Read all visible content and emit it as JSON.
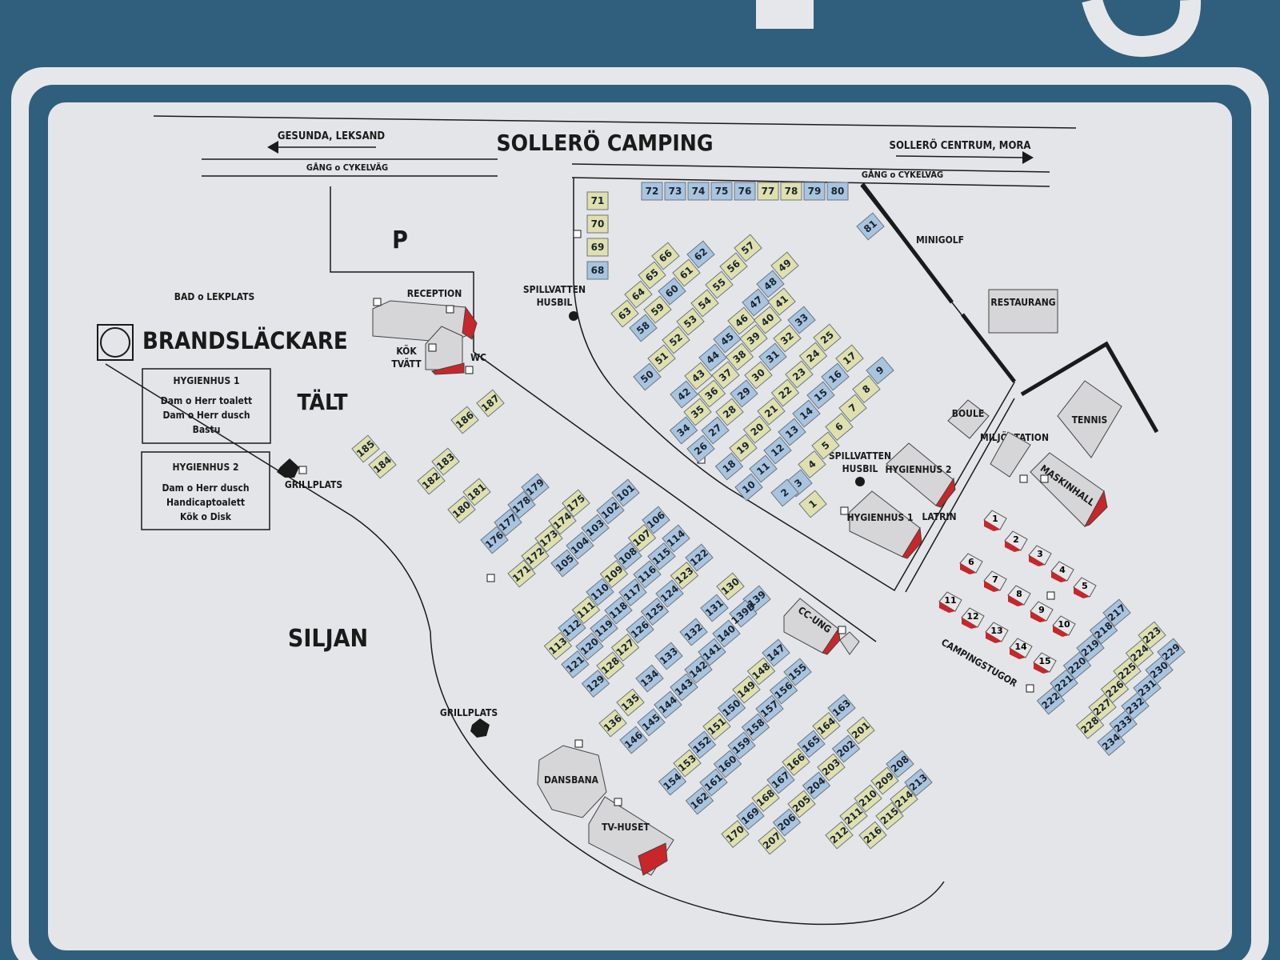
{
  "title": "SOLLERÖ CAMPING",
  "directions": {
    "left": "GESUNDA, LEKSAND",
    "right": "SOLLERÖ CENTRUM, MORA",
    "path_left": "GÅNG o CYKELVÄG",
    "path_right": "GÅNG o CYKELVÄG"
  },
  "labels": {
    "parking": "P",
    "bad": "BAD o LEKPLATS",
    "brandslackare": "BRANDSLÄCKARE",
    "talt": "TÄLT",
    "siljan": "SILJAN",
    "reception": "RECEPTION",
    "kok": "KÖK",
    "tvatt": "TVÄTT",
    "wc": "WC",
    "grillplats1": "GRILLPLATS",
    "grillplats2": "GRILLPLATS",
    "spill1a": "SPILLVATTEN",
    "spill1b": "HUSBIL",
    "spill2a": "SPILLVATTEN",
    "spill2b": "HUSBIL",
    "minigolf": "MINIGOLF",
    "restaurang": "RESTAURANG",
    "boule": "BOULE",
    "tennis": "TENNIS",
    "miljostation": "MILJÖSTATION",
    "maskinhall": "MASKINHALL",
    "hygienhus2_bld": "HYGIENHUS 2",
    "hygienhus1_bld": "HYGIENHUS 1",
    "latrin": "LATRIN",
    "ccung": "CC-UNG",
    "dansbana": "DANSBANA",
    "tvhuset": "TV-HUSET",
    "campingstugor": "CAMPINGSTUGOR"
  },
  "legend": {
    "hygienhus1": {
      "title": "HYGIENHUS 1",
      "lines": [
        "Dam o Herr toalett",
        "Dam o Herr dusch",
        "Bastu"
      ]
    },
    "hygienhus2": {
      "title": "HYGIENHUS 2",
      "lines": [
        "Dam o Herr dusch",
        "Handicaptoalett",
        "Kök o Disk"
      ]
    }
  },
  "colors": {
    "pitch_blue": "#a9c4df",
    "pitch_yellow": "#dfe0ae",
    "building": "#d6d6d8",
    "roof_red": "#c8262a",
    "sign_blue": "#2f5f7c"
  },
  "pitches": [
    {
      "n": "72",
      "c": "b"
    },
    {
      "n": "73",
      "c": "b"
    },
    {
      "n": "74",
      "c": "b"
    },
    {
      "n": "75",
      "c": "b"
    },
    {
      "n": "76",
      "c": "b"
    },
    {
      "n": "77",
      "c": "y"
    },
    {
      "n": "78",
      "c": "y"
    },
    {
      "n": "79",
      "c": "b"
    },
    {
      "n": "80",
      "c": "b"
    },
    {
      "n": "81",
      "c": "b"
    },
    {
      "n": "71",
      "c": "y"
    },
    {
      "n": "70",
      "c": "y"
    },
    {
      "n": "69",
      "c": "y"
    },
    {
      "n": "68",
      "c": "b"
    },
    {
      "n": "66",
      "c": "y"
    },
    {
      "n": "65",
      "c": "y"
    },
    {
      "n": "64",
      "c": "y"
    },
    {
      "n": "63",
      "c": "y"
    },
    {
      "n": "62",
      "c": "b"
    },
    {
      "n": "61",
      "c": "y"
    },
    {
      "n": "60",
      "c": "b"
    },
    {
      "n": "59",
      "c": "y"
    },
    {
      "n": "58",
      "c": "b"
    },
    {
      "n": "57",
      "c": "y"
    },
    {
      "n": "56",
      "c": "y"
    },
    {
      "n": "55",
      "c": "y"
    },
    {
      "n": "54",
      "c": "y"
    },
    {
      "n": "53",
      "c": "y"
    },
    {
      "n": "52",
      "c": "y"
    },
    {
      "n": "51",
      "c": "y"
    },
    {
      "n": "50",
      "c": "b"
    },
    {
      "n": "49",
      "c": "y"
    },
    {
      "n": "48",
      "c": "b"
    },
    {
      "n": "47",
      "c": "b"
    },
    {
      "n": "46",
      "c": "y"
    },
    {
      "n": "45",
      "c": "b"
    },
    {
      "n": "44",
      "c": "b"
    },
    {
      "n": "43",
      "c": "y"
    },
    {
      "n": "42",
      "c": "b"
    },
    {
      "n": "41",
      "c": "y"
    },
    {
      "n": "40",
      "c": "y"
    },
    {
      "n": "39",
      "c": "y"
    },
    {
      "n": "38",
      "c": "y"
    },
    {
      "n": "37",
      "c": "y"
    },
    {
      "n": "36",
      "c": "y"
    },
    {
      "n": "35",
      "c": "y"
    },
    {
      "n": "34",
      "c": "b"
    },
    {
      "n": "33",
      "c": "b"
    },
    {
      "n": "32",
      "c": "y"
    },
    {
      "n": "31",
      "c": "b"
    },
    {
      "n": "30",
      "c": "y"
    },
    {
      "n": "29",
      "c": "b"
    },
    {
      "n": "28",
      "c": "y"
    },
    {
      "n": "27",
      "c": "b"
    },
    {
      "n": "26",
      "c": "b"
    },
    {
      "n": "25",
      "c": "y"
    },
    {
      "n": "24",
      "c": "y"
    },
    {
      "n": "23",
      "c": "y"
    },
    {
      "n": "22",
      "c": "y"
    },
    {
      "n": "21",
      "c": "y"
    },
    {
      "n": "20",
      "c": "y"
    },
    {
      "n": "19",
      "c": "y"
    },
    {
      "n": "18",
      "c": "b"
    },
    {
      "n": "17",
      "c": "y"
    },
    {
      "n": "16",
      "c": "b"
    },
    {
      "n": "15",
      "c": "b"
    },
    {
      "n": "14",
      "c": "b"
    },
    {
      "n": "13",
      "c": "b"
    },
    {
      "n": "12",
      "c": "b"
    },
    {
      "n": "11",
      "c": "b"
    },
    {
      "n": "10",
      "c": "b"
    },
    {
      "n": "9",
      "c": "b"
    },
    {
      "n": "8",
      "c": "y"
    },
    {
      "n": "7",
      "c": "y"
    },
    {
      "n": "6",
      "c": "y"
    },
    {
      "n": "5",
      "c": "y"
    },
    {
      "n": "4",
      "c": "y"
    },
    {
      "n": "3",
      "c": "b"
    },
    {
      "n": "2",
      "c": "b"
    },
    {
      "n": "1",
      "c": "y"
    },
    {
      "n": "186",
      "c": "y"
    },
    {
      "n": "187",
      "c": "y"
    },
    {
      "n": "185",
      "c": "y"
    },
    {
      "n": "184",
      "c": "y"
    },
    {
      "n": "183",
      "c": "y"
    },
    {
      "n": "182",
      "c": "y"
    },
    {
      "n": "181",
      "c": "y"
    },
    {
      "n": "180",
      "c": "y"
    },
    {
      "n": "179",
      "c": "b"
    },
    {
      "n": "178",
      "c": "b"
    },
    {
      "n": "177",
      "c": "b"
    },
    {
      "n": "176",
      "c": "b"
    },
    {
      "n": "175",
      "c": "y"
    },
    {
      "n": "174",
      "c": "y"
    },
    {
      "n": "173",
      "c": "y"
    },
    {
      "n": "172",
      "c": "y"
    },
    {
      "n": "171",
      "c": "y"
    },
    {
      "n": "101",
      "c": "b"
    },
    {
      "n": "102",
      "c": "b"
    },
    {
      "n": "103",
      "c": "b"
    },
    {
      "n": "104",
      "c": "b"
    },
    {
      "n": "105",
      "c": "b"
    },
    {
      "n": "106",
      "c": "b"
    },
    {
      "n": "107",
      "c": "y"
    },
    {
      "n": "108",
      "c": "b"
    },
    {
      "n": "109",
      "c": "y"
    },
    {
      "n": "110",
      "c": "b"
    },
    {
      "n": "111",
      "c": "y"
    },
    {
      "n": "112",
      "c": "b"
    },
    {
      "n": "113",
      "c": "y"
    },
    {
      "n": "114",
      "c": "b"
    },
    {
      "n": "115",
      "c": "b"
    },
    {
      "n": "116",
      "c": "b"
    },
    {
      "n": "117",
      "c": "b"
    },
    {
      "n": "118",
      "c": "b"
    },
    {
      "n": "119",
      "c": "b"
    },
    {
      "n": "120",
      "c": "b"
    },
    {
      "n": "121",
      "c": "b"
    },
    {
      "n": "122",
      "c": "b"
    },
    {
      "n": "123",
      "c": "y"
    },
    {
      "n": "124",
      "c": "b"
    },
    {
      "n": "125",
      "c": "b"
    },
    {
      "n": "126",
      "c": "b"
    },
    {
      "n": "127",
      "c": "y"
    },
    {
      "n": "128",
      "c": "y"
    },
    {
      "n": "129",
      "c": "b"
    },
    {
      "n": "130",
      "c": "y"
    },
    {
      "n": "139",
      "c": "b"
    },
    {
      "n": "131",
      "c": "b"
    },
    {
      "n": "139B",
      "c": "b"
    },
    {
      "n": "132",
      "c": "b"
    },
    {
      "n": "140",
      "c": "b"
    },
    {
      "n": "133",
      "c": "b"
    },
    {
      "n": "141",
      "c": "b"
    },
    {
      "n": "134",
      "c": "b"
    },
    {
      "n": "142",
      "c": "b"
    },
    {
      "n": "135",
      "c": "y"
    },
    {
      "n": "143",
      "c": "b"
    },
    {
      "n": "136",
      "c": "y"
    },
    {
      "n": "144",
      "c": "b"
    },
    {
      "n": "145",
      "c": "b"
    },
    {
      "n": "146",
      "c": "b"
    },
    {
      "n": "147",
      "c": "b"
    },
    {
      "n": "148",
      "c": "y"
    },
    {
      "n": "149",
      "c": "y"
    },
    {
      "n": "150",
      "c": "b"
    },
    {
      "n": "151",
      "c": "y"
    },
    {
      "n": "152",
      "c": "b"
    },
    {
      "n": "153",
      "c": "y"
    },
    {
      "n": "154",
      "c": "b"
    },
    {
      "n": "155",
      "c": "b"
    },
    {
      "n": "156",
      "c": "b"
    },
    {
      "n": "157",
      "c": "b"
    },
    {
      "n": "158",
      "c": "b"
    },
    {
      "n": "159",
      "c": "b"
    },
    {
      "n": "160",
      "c": "b"
    },
    {
      "n": "161",
      "c": "b"
    },
    {
      "n": "162",
      "c": "b"
    },
    {
      "n": "163",
      "c": "b"
    },
    {
      "n": "164",
      "c": "y"
    },
    {
      "n": "165",
      "c": "b"
    },
    {
      "n": "166",
      "c": "y"
    },
    {
      "n": "167",
      "c": "b"
    },
    {
      "n": "168",
      "c": "y"
    },
    {
      "n": "169",
      "c": "b"
    },
    {
      "n": "170",
      "c": "y"
    },
    {
      "n": "201",
      "c": "y"
    },
    {
      "n": "202",
      "c": "b"
    },
    {
      "n": "203",
      "c": "y"
    },
    {
      "n": "204",
      "c": "b"
    },
    {
      "n": "205",
      "c": "y"
    },
    {
      "n": "206",
      "c": "b"
    },
    {
      "n": "207",
      "c": "y"
    },
    {
      "n": "208",
      "c": "b"
    },
    {
      "n": "209",
      "c": "y"
    },
    {
      "n": "210",
      "c": "y"
    },
    {
      "n": "211",
      "c": "y"
    },
    {
      "n": "212",
      "c": "y"
    },
    {
      "n": "213",
      "c": "b"
    },
    {
      "n": "214",
      "c": "y"
    },
    {
      "n": "215",
      "c": "y"
    },
    {
      "n": "216",
      "c": "y"
    },
    {
      "n": "217",
      "c": "b"
    },
    {
      "n": "218",
      "c": "b"
    },
    {
      "n": "219",
      "c": "b"
    },
    {
      "n": "220",
      "c": "b"
    },
    {
      "n": "221",
      "c": "b"
    },
    {
      "n": "222",
      "c": "b"
    },
    {
      "n": "223",
      "c": "y"
    },
    {
      "n": "224",
      "c": "y"
    },
    {
      "n": "225",
      "c": "y"
    },
    {
      "n": "226",
      "c": "y"
    },
    {
      "n": "227",
      "c": "y"
    },
    {
      "n": "228",
      "c": "y"
    },
    {
      "n": "229",
      "c": "b"
    },
    {
      "n": "230",
      "c": "b"
    },
    {
      "n": "231",
      "c": "b"
    },
    {
      "n": "232",
      "c": "b"
    },
    {
      "n": "233",
      "c": "b"
    },
    {
      "n": "234",
      "c": "b"
    }
  ],
  "cabins": [
    "1",
    "2",
    "3",
    "4",
    "5",
    "6",
    "7",
    "8",
    "9",
    "10",
    "11",
    "12",
    "13",
    "14",
    "15"
  ]
}
